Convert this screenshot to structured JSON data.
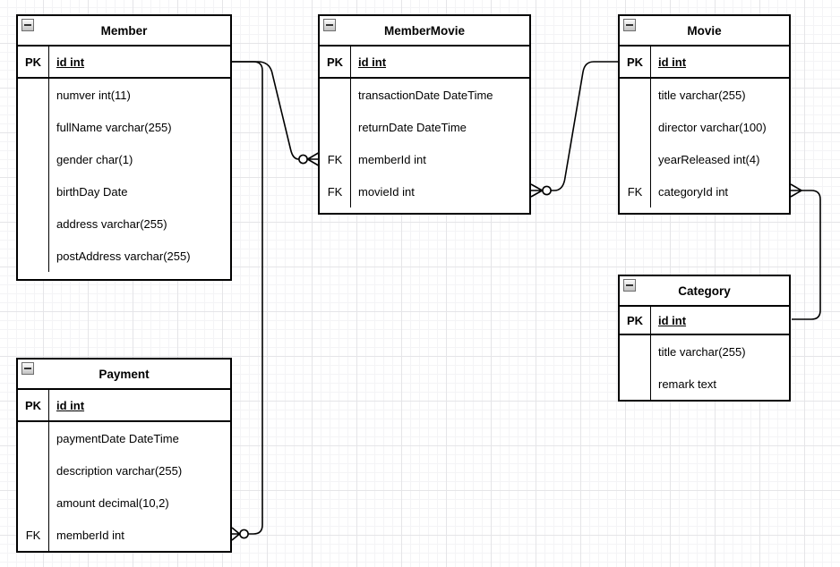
{
  "colors": {
    "stroke": "#000000",
    "table_fill": "#ffffff",
    "text": "#000000",
    "grid_minor": "#f4f4f6",
    "grid_major": "#e5e5e8",
    "background": "#ffffff"
  },
  "icons": {
    "collapse": "minus-square"
  },
  "tables": [
    {
      "name": "Member",
      "pk": {
        "key": "PK",
        "field": "id int"
      },
      "rows": [
        {
          "key": "",
          "field": "numver int(11)"
        },
        {
          "key": "",
          "field": "fullName varchar(255)"
        },
        {
          "key": "",
          "field": "gender char(1)"
        },
        {
          "key": "",
          "field": "birthDay Date"
        },
        {
          "key": "",
          "field": "address varchar(255)"
        },
        {
          "key": "",
          "field": "postAddress varchar(255)"
        }
      ]
    },
    {
      "name": "MemberMovie",
      "pk": {
        "key": "PK",
        "field": "id int"
      },
      "rows": [
        {
          "key": "",
          "field": "transactionDate DateTime"
        },
        {
          "key": "",
          "field": "returnDate DateTime"
        },
        {
          "key": "FK",
          "field": "memberId int"
        },
        {
          "key": "FK",
          "field": "movieId int"
        }
      ]
    },
    {
      "name": "Movie",
      "pk": {
        "key": "PK",
        "field": "id int"
      },
      "rows": [
        {
          "key": "",
          "field": "title varchar(255)"
        },
        {
          "key": "",
          "field": "director varchar(100)"
        },
        {
          "key": "",
          "field": "yearReleased int(4)"
        },
        {
          "key": "FK",
          "field": "categoryId int"
        }
      ]
    },
    {
      "name": "Category",
      "pk": {
        "key": "PK",
        "field": "id int"
      },
      "rows": [
        {
          "key": "",
          "field": "title varchar(255)"
        },
        {
          "key": "",
          "field": "remark text"
        }
      ]
    },
    {
      "name": "Payment",
      "pk": {
        "key": "PK",
        "field": "id int"
      },
      "rows": [
        {
          "key": "",
          "field": "paymentDate DateTime"
        },
        {
          "key": "",
          "field": "description varchar(255)"
        },
        {
          "key": "",
          "field": "amount decimal(10,2)"
        },
        {
          "key": "FK",
          "field": "memberId int"
        }
      ]
    }
  ],
  "relations": [
    {
      "from": "Member.id",
      "to": "MemberMovie.memberId",
      "notation_at_to": "zero-or-many"
    },
    {
      "from": "Movie.id",
      "to": "MemberMovie.movieId",
      "notation_at_to": "zero-or-many"
    },
    {
      "from": "Category.id",
      "to": "Movie.categoryId",
      "notation_at_to": "many"
    },
    {
      "from": "Member.id",
      "to": "Payment.memberId",
      "notation_at_to": "zero-or-many"
    }
  ]
}
